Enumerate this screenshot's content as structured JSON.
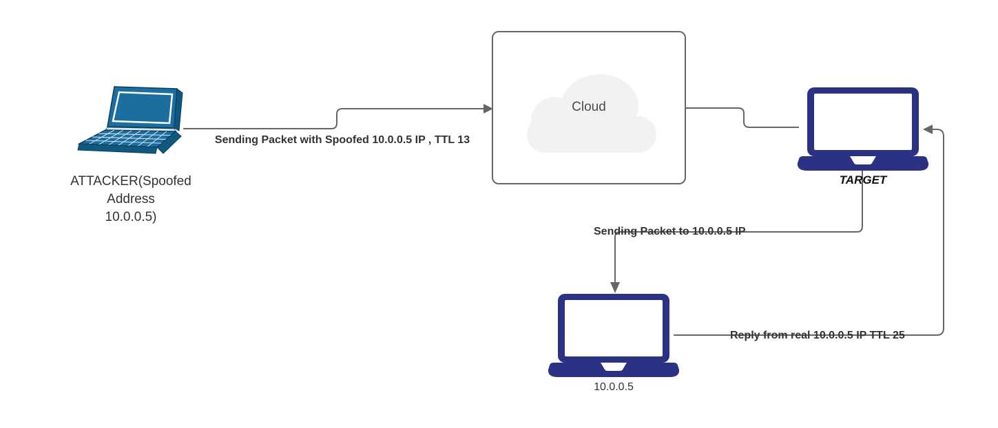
{
  "diagram_title": "IP spoofing network diagram",
  "colors": {
    "laptop_navy": "#2b3283",
    "laptop_teal": "#1b6e9f",
    "laptop_teal_dark": "#11587e",
    "connector": "#666666",
    "box_border": "#666666",
    "cloud_fill": "#f2f2f2",
    "label_text": "#333333"
  },
  "nodes": {
    "attacker": {
      "label": "ATTACKER(Spoofed\nAddress\n10.0.0.5)",
      "icon": "laptop-perspective-icon"
    },
    "cloud": {
      "label": "Cloud",
      "icon": "cloud-icon"
    },
    "target": {
      "label": "TARGET",
      "icon": "laptop-icon"
    },
    "real_host": {
      "label": "10.0.0.5",
      "icon": "laptop-icon"
    }
  },
  "edges": [
    {
      "from": "attacker",
      "to": "cloud",
      "label": "Sending Packet with Spoofed 10.0.0.5 IP , TTL 13",
      "arrow": "into cloud (right)"
    },
    {
      "from": "cloud",
      "to": "target",
      "label": "",
      "arrow": "none"
    },
    {
      "from": "target",
      "to": "real_host",
      "label": "Sending Packet to 10.0.0.5 IP",
      "arrow": "down into 10.0.0.5 laptop"
    },
    {
      "from": "real_host",
      "to": "target",
      "label": "Reply from real 10.0.0.5 IP TTL 25",
      "arrow": "left into TARGET laptop"
    }
  ]
}
